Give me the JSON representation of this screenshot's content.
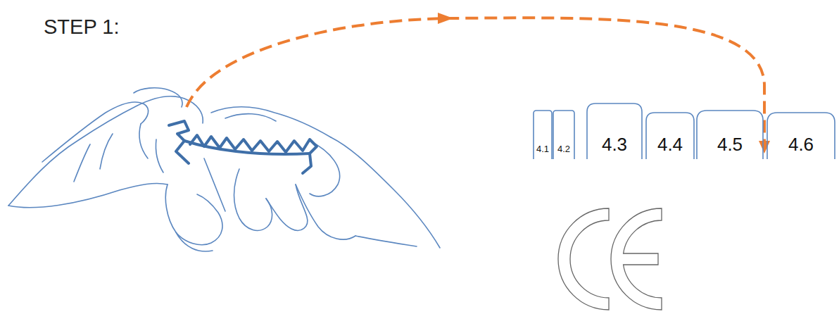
{
  "diagram": {
    "title": "STEP 1:",
    "nodes": [
      {
        "text": [
          "4.1"
        ]
      },
      {
        "text": [
          "4.2"
        ]
      },
      {
        "text": [
          "4.3"
        ]
      },
      {
        "text": [
          "4.4"
        ]
      },
      {
        "text": [
          "4.5"
        ]
      },
      {
        "text": [
          "4.6"
        ]
      }
    ]
  }
}
